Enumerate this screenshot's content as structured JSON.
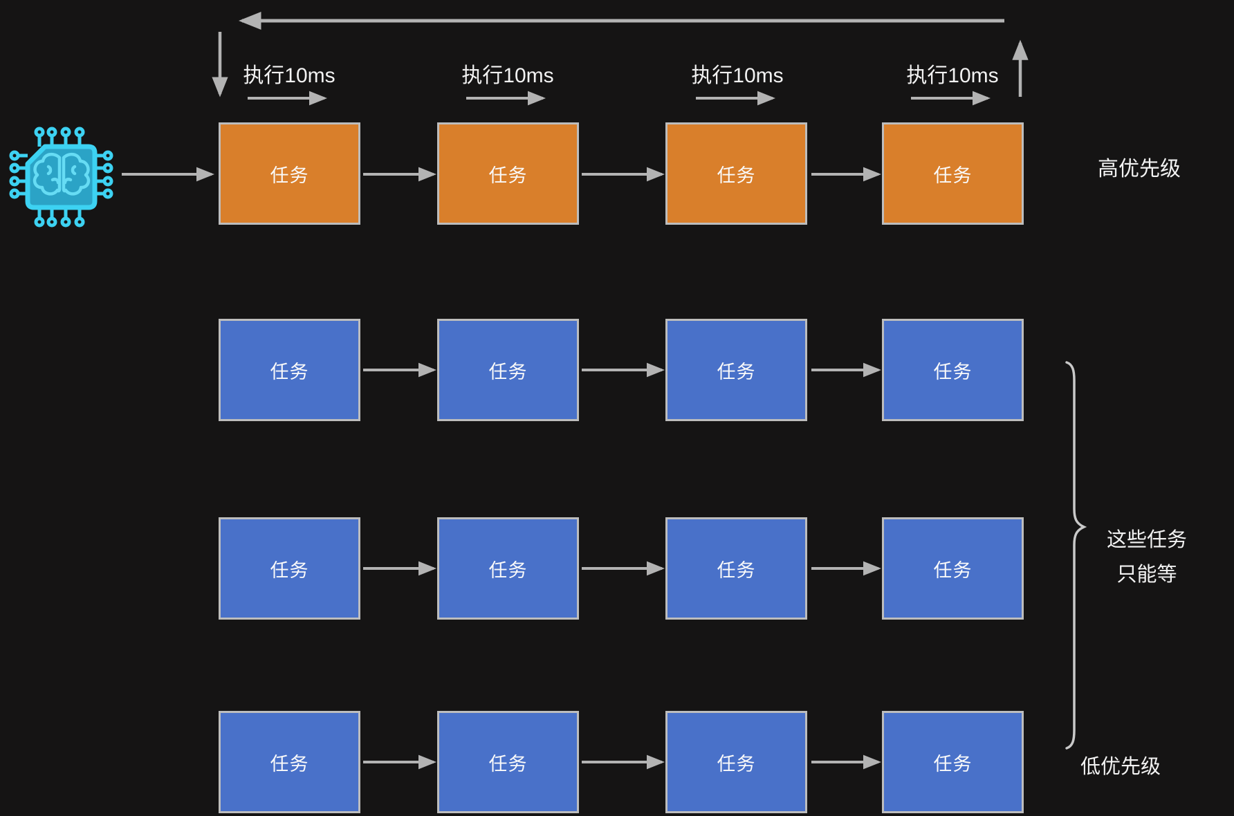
{
  "top_flow": {
    "exec_labels": [
      "执行10ms",
      "执行10ms",
      "执行10ms",
      "执行10ms"
    ]
  },
  "rows": [
    {
      "priority": "high",
      "boxes": [
        "任务",
        "任务",
        "任务",
        "任务"
      ]
    },
    {
      "priority": "normal",
      "boxes": [
        "任务",
        "任务",
        "任务",
        "任务"
      ]
    },
    {
      "priority": "normal",
      "boxes": [
        "任务",
        "任务",
        "任务",
        "任务"
      ]
    },
    {
      "priority": "normal",
      "boxes": [
        "任务",
        "任务",
        "任务",
        "任务"
      ]
    }
  ],
  "labels": {
    "high_priority": "高优先级",
    "wait_line1": "这些任务",
    "wait_line2": "只能等",
    "low_priority": "低优先级"
  },
  "icons": {
    "cpu": "cpu-brain-chip-icon"
  },
  "colors": {
    "background": "#151414",
    "box_border": "#BDBDBD",
    "high_priority_fill": "#D97F2B",
    "normal_fill": "#4971C9",
    "arrow": "#B3B3B3",
    "text": "#F2F2F2",
    "cpu_outline": "#3DD2F2",
    "cpu_body": "#2BA3C6",
    "cpu_brain": "#66DCF4",
    "brace": "#C9C9C9"
  }
}
